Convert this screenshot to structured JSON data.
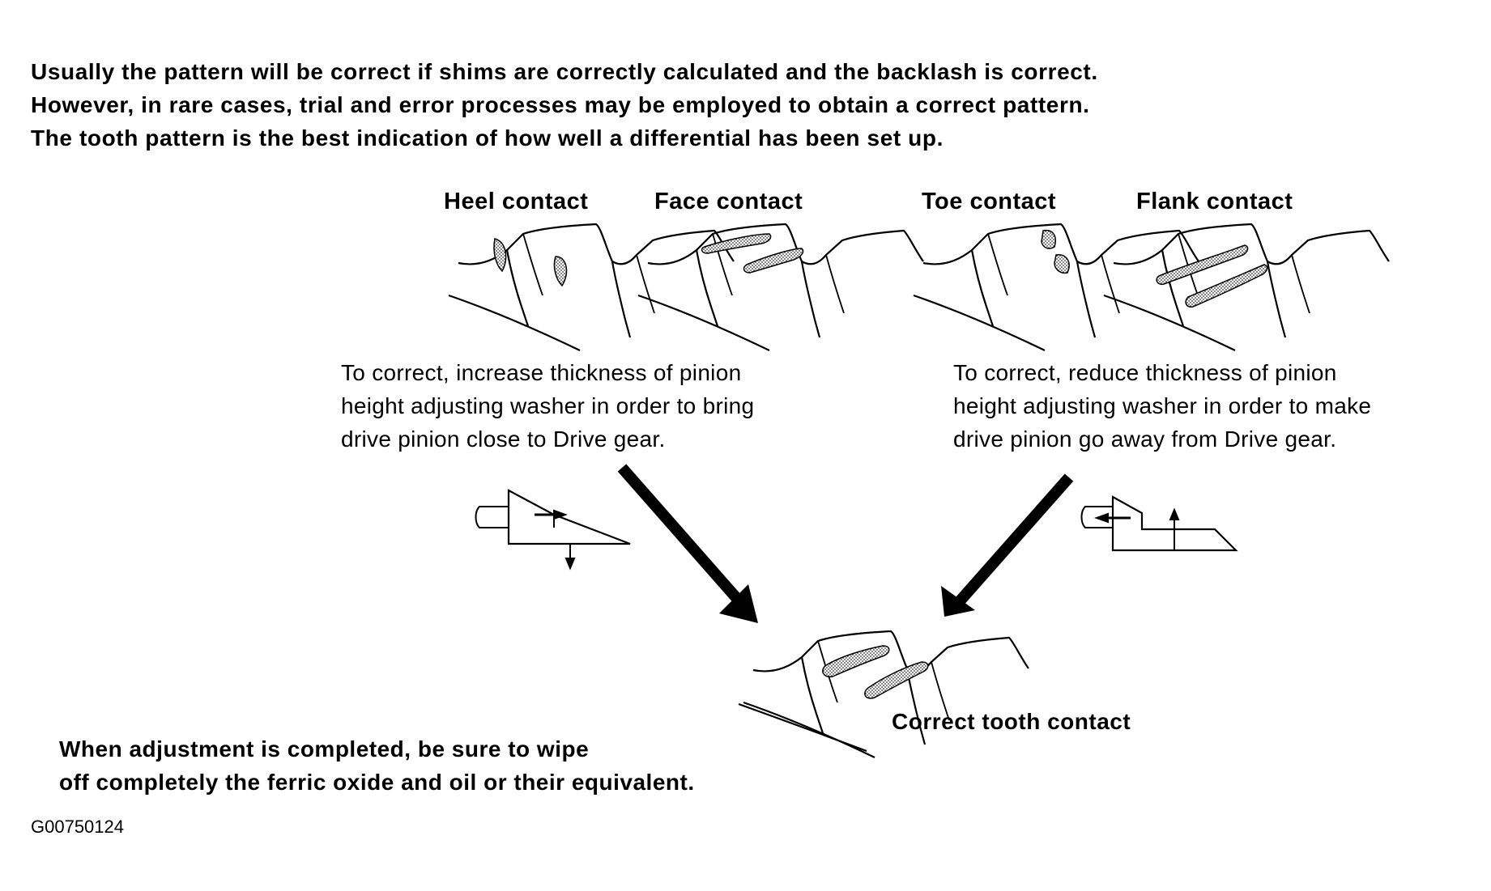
{
  "intro": {
    "line1": "Usually the pattern will be correct if shims are correctly calculated and the backlash is correct.",
    "line2": "However, in rare cases, trial and error processes may be employed to obtain a correct pattern.",
    "line3": "The tooth pattern is the best indication of how well a differential has been set up."
  },
  "patterns": {
    "heel": "Heel contact",
    "face": "Face contact",
    "toe": "Toe contact",
    "flank": "Flank contact",
    "correct": "Correct tooth contact"
  },
  "corrections": {
    "increase": {
      "line1": "To correct, increase thickness of pinion",
      "line2": "height adjusting washer in order to bring",
      "line3": "drive pinion close to Drive gear."
    },
    "reduce": {
      "line1": "To correct, reduce thickness of pinion",
      "line2": "height adjusting washer in order to make",
      "line3": "drive pinion go away from Drive gear."
    }
  },
  "final_note": {
    "line1": "When adjustment is completed, be sure to wipe",
    "line2": "off completely the ferric oxide and oil or their equivalent."
  },
  "figure_code": "G00750124"
}
